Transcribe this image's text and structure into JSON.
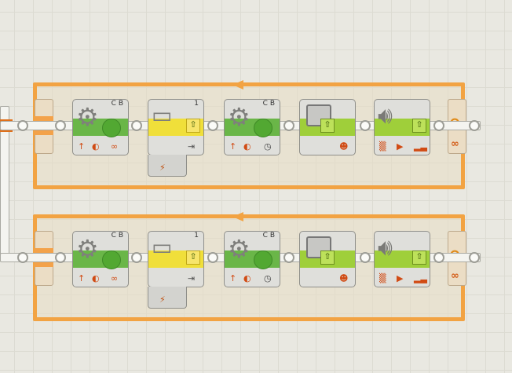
{
  "loops": [
    {
      "blocks": [
        {
          "type": "move",
          "ports": "C B",
          "icons": [
            "direction-icon",
            "power-icon",
            "unlimited-icon"
          ]
        },
        {
          "type": "touch-sensor",
          "ports": "1",
          "icons": [
            "action-icon",
            "connect-icon"
          ],
          "ext": [
            "sensor-ext-icon"
          ]
        },
        {
          "type": "move",
          "ports": "C B",
          "icons": [
            "direction-icon",
            "power-icon",
            "timer-icon"
          ]
        },
        {
          "type": "display",
          "ports": "",
          "icons": [
            "face-icon"
          ]
        },
        {
          "type": "sound",
          "ports": "",
          "icons": [
            "sound-wave-icon",
            "play-icon",
            "volume-icon"
          ]
        }
      ]
    },
    {
      "blocks": [
        {
          "type": "move",
          "ports": "C B",
          "icons": [
            "direction-icon",
            "power-icon",
            "unlimited-icon"
          ]
        },
        {
          "type": "touch-sensor",
          "ports": "1",
          "icons": [
            "action-icon",
            "connect-icon"
          ],
          "ext": [
            "sensor-ext-icon"
          ]
        },
        {
          "type": "move",
          "ports": "C B",
          "icons": [
            "direction-icon",
            "power-icon",
            "timer-icon"
          ]
        },
        {
          "type": "display",
          "ports": "",
          "icons": [
            "face-icon"
          ]
        },
        {
          "type": "sound",
          "ports": "",
          "icons": [
            "sound-wave-icon",
            "play-icon",
            "volume-icon"
          ]
        }
      ]
    }
  ],
  "loop_end_symbol": "∞",
  "colors": {
    "loop": "#f2a343",
    "move": "#6ab648",
    "sensor": "#f0df3a",
    "display": "#9fcf3a"
  }
}
